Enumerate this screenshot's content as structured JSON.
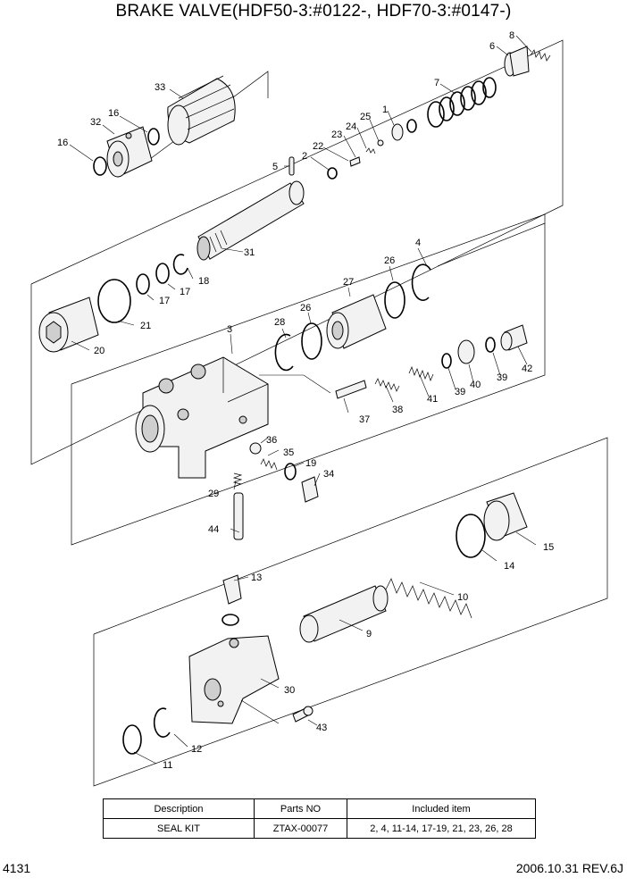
{
  "title": "BRAKE VALVE(HDF50-3:#0122-, HDF70-3:#0147-)",
  "labels": {
    "l1": "1",
    "l2": "2",
    "l3": "3",
    "l4": "4",
    "l5": "5",
    "l6": "6",
    "l7": "7",
    "l8": "8",
    "l9": "9",
    "l10": "10",
    "l11": "11",
    "l12": "12",
    "l13": "13",
    "l14": "14",
    "l15": "15",
    "l16a": "16",
    "l16b": "16",
    "l17a": "17",
    "l17b": "17",
    "l18": "18",
    "l19": "19",
    "l20": "20",
    "l21": "21",
    "l22": "22",
    "l23": "23",
    "l24": "24",
    "l25": "25",
    "l26a": "26",
    "l26b": "26",
    "l27": "27",
    "l28": "28",
    "l29": "29",
    "l30": "30",
    "l31": "31",
    "l32": "32",
    "l33": "33",
    "l34": "34",
    "l35": "35",
    "l36": "36",
    "l37": "37",
    "l38": "38",
    "l39a": "39",
    "l39b": "39",
    "l40": "40",
    "l41": "41",
    "l42": "42",
    "l43": "43",
    "l44": "44"
  },
  "table": {
    "headers": [
      "Description",
      "Parts NO",
      "Included item"
    ],
    "rows": [
      [
        "SEAL KIT",
        "ZTAX-00077",
        "2, 4, 11-14, 17-19, 21, 23, 26, 28"
      ]
    ]
  },
  "footer": {
    "page": "4131",
    "revision": "2006.10.31 REV.6J"
  }
}
